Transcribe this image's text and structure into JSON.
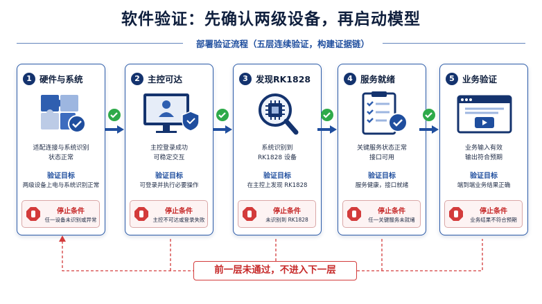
{
  "title": "软件验证：先确认两级设备，再启动模型",
  "subtitle": "部署验证流程（五层连续验证，构建证据链）",
  "goal_label": "验证目标",
  "stop_label": "停止条件",
  "cards": [
    {
      "num": "1",
      "title": "硬件与系统",
      "desc": "适配连接与系统识别\n状态正常",
      "goal": "两级设备上电与系统识别正常",
      "stop": "任一设备未识别或异常"
    },
    {
      "num": "2",
      "title": "主控可达",
      "desc": "主控登录成功\n可稳定交互",
      "goal": "可登录并执行必要操作",
      "stop": "主控不可达或登录失败"
    },
    {
      "num": "3",
      "title": "发现RK1828",
      "desc": "系统识别到\nRK1828 设备",
      "goal": "在主控上发现 RK1828",
      "stop": "未识别到 RK1828"
    },
    {
      "num": "4",
      "title": "服务就绪",
      "desc": "关键服务状态正常\n接口可用",
      "goal": "服务健康，接口就绪",
      "stop": "任一关键服务未就绪"
    },
    {
      "num": "5",
      "title": "业务验证",
      "desc": "业务输入有效\n输出符合预期",
      "goal": "端到端业务结果正确",
      "stop": "业务结果不符合预期"
    }
  ],
  "footer": "前一层未通过，不进入下一层",
  "colors": {
    "primary": "#1f4e9e",
    "navy": "#14336e",
    "ok": "#2eaa4a",
    "stop": "#c62828"
  },
  "icons": [
    "puzzle-icon",
    "monitor-user-icon",
    "chip-magnifier-icon",
    "checklist-icon",
    "browser-play-icon",
    "stop-hand-icon",
    "check-circle-icon"
  ]
}
